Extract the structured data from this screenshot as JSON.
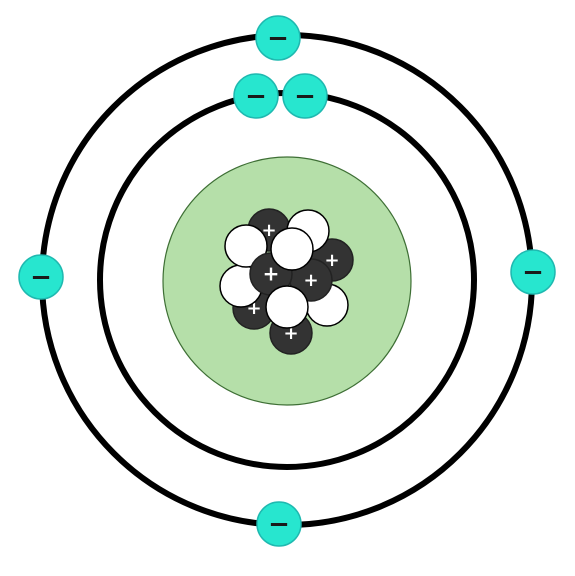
{
  "colors": {
    "background": "#ffffff",
    "orbit": "#000000",
    "nucleus_fill": "#b5dfa9",
    "nucleus_stroke": "#3e6f35",
    "proton": "#333333",
    "neutron": "#ffffff",
    "electron": "#27e6cf",
    "electron_stroke": "#1fb9b0",
    "sign": "#ffffff",
    "electron_sign": "#1a1a1a"
  },
  "labels": {
    "proton_sign": "+",
    "electron_sign": "−"
  },
  "counts": {
    "protons": 6,
    "neutrons": 6,
    "electrons_inner_shell": 2,
    "electrons_outer_shell": 4
  },
  "icons": {
    "proton": "dark-circle-plus",
    "neutron": "white-circle",
    "electron": "cyan-circle-minus"
  }
}
